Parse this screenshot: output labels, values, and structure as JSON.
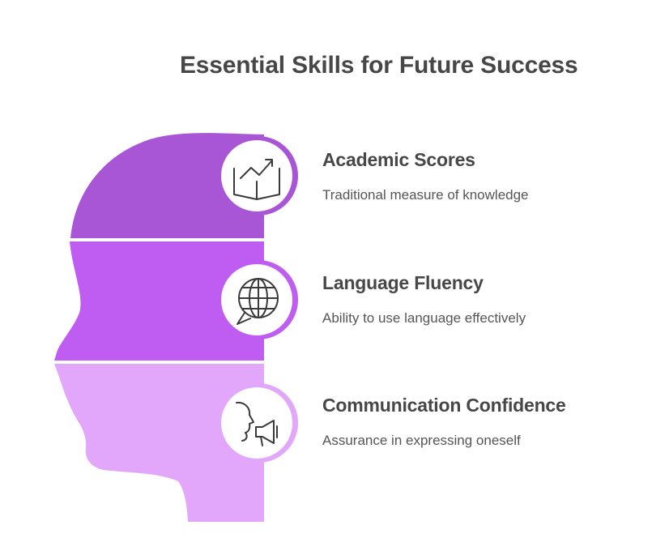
{
  "title": "Essential Skills for Future Success",
  "colors": {
    "top_band": "#a855d6",
    "middle_band": "#bf5cf2",
    "bottom_band": "#e2a6fb",
    "text_heading": "#474747",
    "text_body": "#555555",
    "icon_stroke": "#3a3a3a"
  },
  "items": [
    {
      "heading": "Academic Scores",
      "description": "Traditional measure of knowledge",
      "icon": "book-chart-icon"
    },
    {
      "heading": "Language Fluency",
      "description": "Ability to use language effectively",
      "icon": "globe-chat-icon"
    },
    {
      "heading": "Communication Confidence",
      "description": "Assurance in expressing oneself",
      "icon": "speaker-megaphone-icon"
    }
  ]
}
